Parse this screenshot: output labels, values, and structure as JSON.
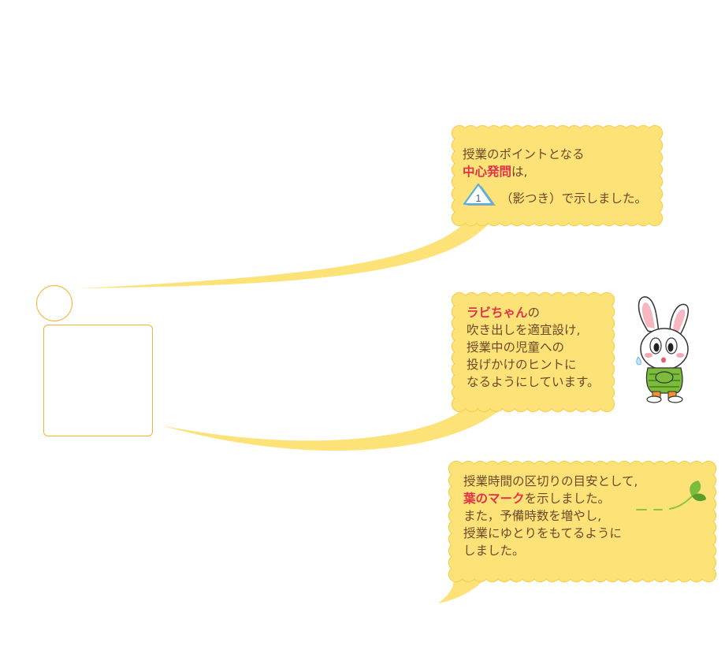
{
  "colors": {
    "bubble_fill": "#fde277",
    "bubble_edge": "#f6cf52",
    "text": "#6b4a2b",
    "emphasis": "#e2324a",
    "frame_outline": "#f2b233",
    "triangle": "#5aaee0"
  },
  "bubble1": {
    "line1": "授業のポイントとなる",
    "emphasis": "中心発問",
    "line2_rest": "は,",
    "triangle_number": "1",
    "line3_rest": "（影つき）で示しました。"
  },
  "bubble2": {
    "emphasis": "ラビちゃん",
    "line1_rest": "の",
    "line2": "吹き出しを適宜設け,",
    "line3": "授業中の児童への",
    "line4": "投げかけのヒントに",
    "line5": "なるようにしています。",
    "mascot_icon": "rabbit-mascot-icon"
  },
  "bubble3": {
    "line1": "授業時間の区切りの目安として,",
    "emphasis": "葉のマーク",
    "line2_rest": "を示しました。",
    "line3": "また，予備時数を増やし,",
    "line4": "授業にゆとりをもてるように",
    "line5": "しました。",
    "leaf_icon": "leaf-icon"
  }
}
